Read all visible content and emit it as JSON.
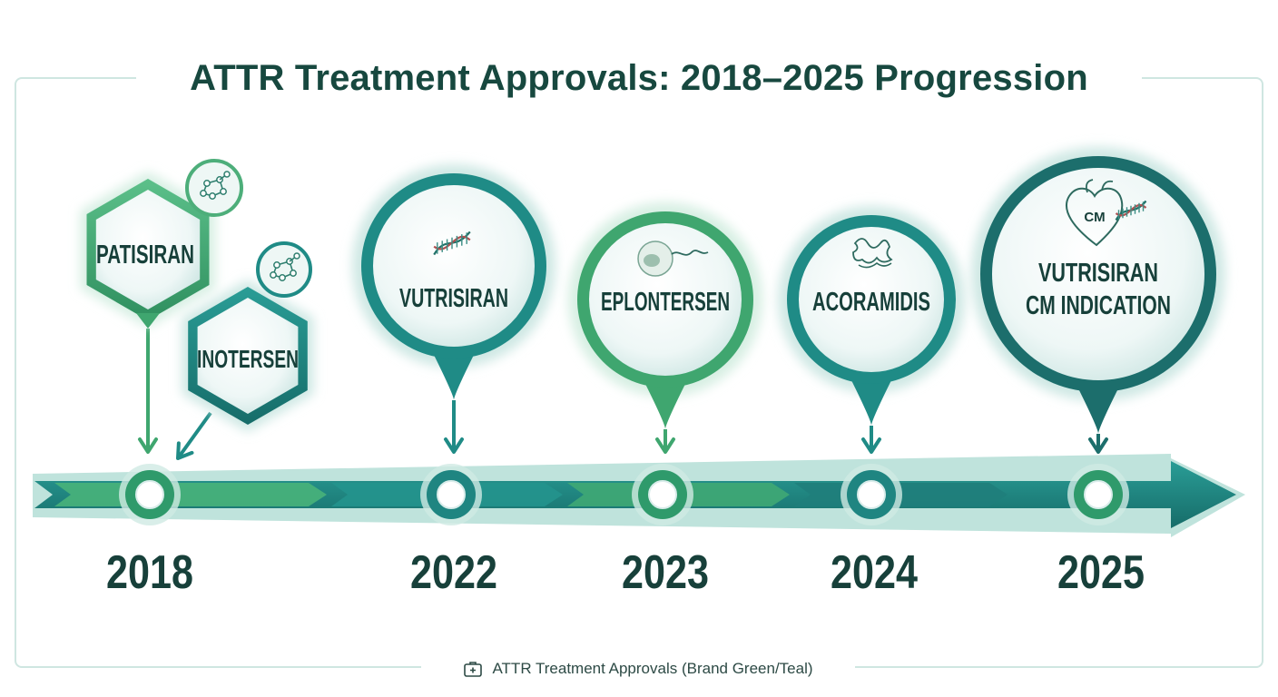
{
  "title": "ATTR Treatment Approvals: 2018–2025 Progression",
  "caption": "ATTR Treatment Approvals (Brand Green/Teal)",
  "colors": {
    "green": "#3fa66f",
    "teal": "#1f8b86",
    "dark_teal": "#1c6e6c",
    "text": "#17403a"
  },
  "milestones": [
    {
      "year": "2018",
      "drugs": [
        "PATISIRAN",
        "INOTERSEN"
      ],
      "icon": "molecule-icon"
    },
    {
      "year": "2022",
      "drugs": [
        "VUTRISIRAN"
      ],
      "icon": "dna-icon"
    },
    {
      "year": "2023",
      "drugs": [
        "EPLONTERSEN"
      ],
      "icon": "cell-rna-icon"
    },
    {
      "year": "2024",
      "drugs": [
        "ACORAMIDIS"
      ],
      "icon": "protein-icon"
    },
    {
      "year": "2025",
      "drugs": [
        "VUTRISIRAN",
        "CM INDICATION"
      ],
      "icon": "heart-dna-icon",
      "badge": "CM"
    }
  ]
}
